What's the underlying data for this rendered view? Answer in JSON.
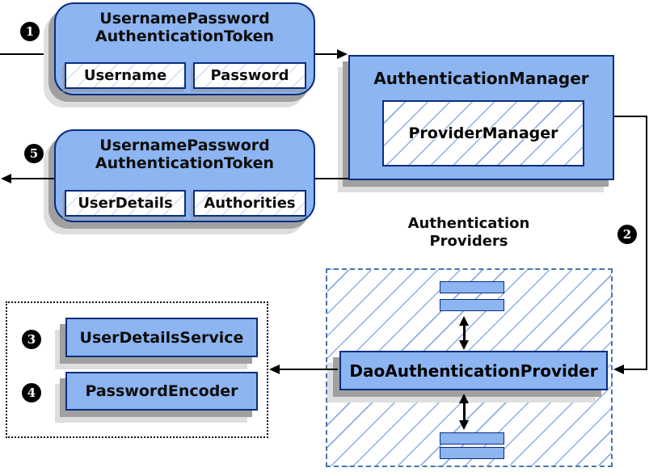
{
  "colors": {
    "box_fill": "#8cb5f1",
    "box_border": "#0b2d7d",
    "hatch_line": "#7ea6e0",
    "providers_dash_border": "#4a74a8",
    "services_dotted_border": "#000000",
    "connector": "#000000",
    "shadow_dark": "#a0a0a0",
    "shadow_light": "#dedede",
    "marker_bg": "#000000",
    "marker_fg": "#ffffff"
  },
  "markers": {
    "step1": "1",
    "step2": "2",
    "step3": "3",
    "step4": "4",
    "step5": "5"
  },
  "request_token": {
    "title_line1": "UsernamePassword",
    "title_line2": "AuthenticationToken",
    "fields": [
      "Username",
      "Password"
    ]
  },
  "authentication_manager": {
    "title": "AuthenticationManager",
    "inner_box": "ProviderManager"
  },
  "result_token": {
    "title_line1": "UsernamePassword",
    "title_line2": "AuthenticationToken",
    "fields": [
      "UserDetails",
      "Authorities"
    ]
  },
  "providers_group": {
    "label_line1": "Authentication",
    "label_line2": "Providers",
    "provider": "DaoAuthenticationProvider"
  },
  "services_group": {
    "items": [
      "UserDetailsService",
      "PasswordEncoder"
    ]
  }
}
